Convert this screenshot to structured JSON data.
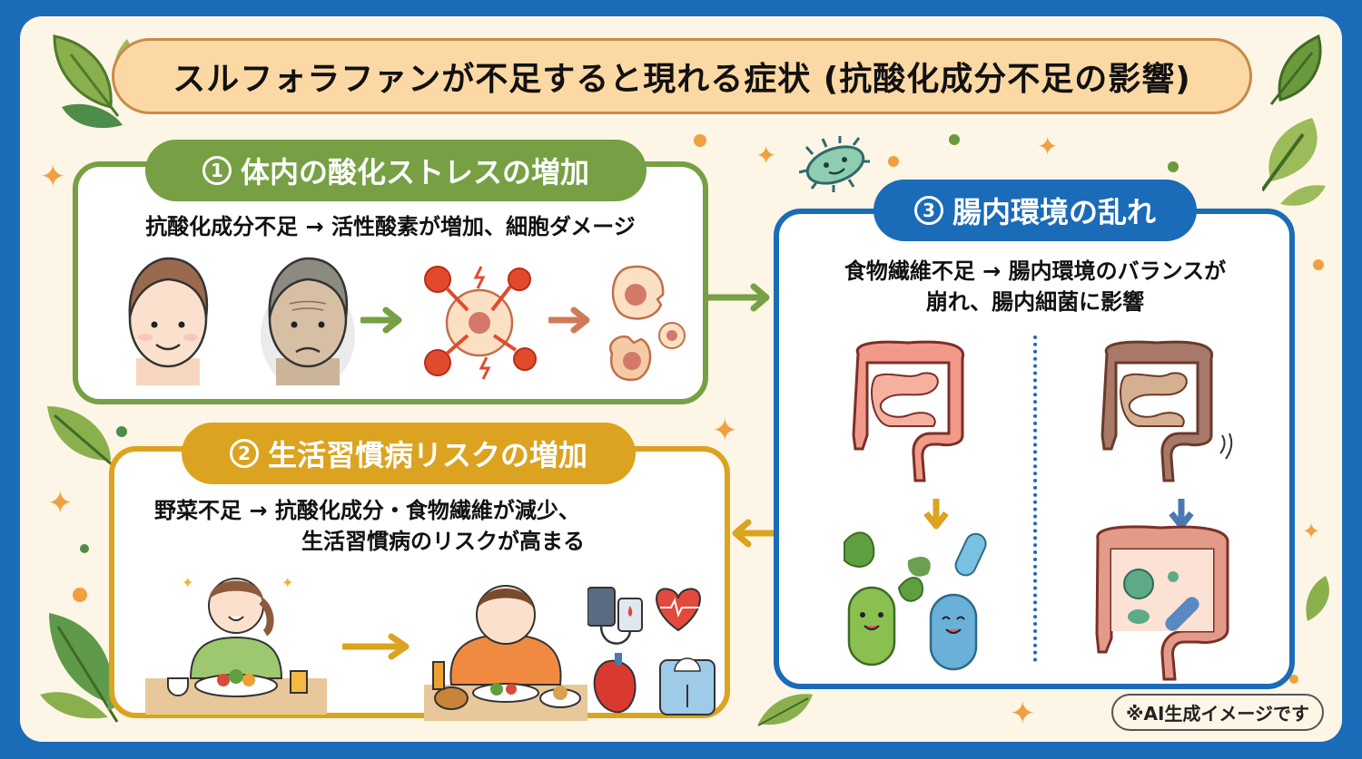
{
  "title": "スルフォラファンが不足すると現れる症状 (抗酸化成分不足の影響)",
  "sections": [
    {
      "number": "1",
      "heading": "体内の酸化ストレスの増加",
      "description": "抗酸化成分不足 → 活性酸素が増加、細胞ダメージ",
      "color": "#76a043",
      "illustrations": [
        "young-face",
        "aged-face",
        "free-radicals-attacking-cell",
        "damaged-cells"
      ]
    },
    {
      "number": "2",
      "heading": "生活習慣病リスクの増加",
      "description_line1": "野菜不足 → 抗酸化成分・食物繊維が減少、",
      "description_line2": "生活習慣病のリスクが高まる",
      "color": "#dba31f",
      "illustrations": [
        "healthy-woman-eating-salad",
        "overweight-man-eating-junk-food",
        "blood-pressure-monitor",
        "heart-with-pulse",
        "anatomical-heart",
        "weight-scale"
      ]
    },
    {
      "number": "3",
      "heading": "腸内環境の乱れ",
      "description_line1": "食物繊維不足 → 腸内環境のバランスが",
      "description_line2": "崩れ、腸内細菌に影響",
      "color": "#1a6bb8",
      "illustrations": [
        "healthy-intestine",
        "happy-bacteria-with-leaves",
        "unhealthy-intestine",
        "intestine-with-bad-bacteria"
      ]
    }
  ],
  "badge": "※AI生成イメージです",
  "colors": {
    "frame": "#1a6bb8",
    "background": "#fdf5e6",
    "title_fill": "#fcd9a4",
    "title_border": "#c88a4a"
  }
}
